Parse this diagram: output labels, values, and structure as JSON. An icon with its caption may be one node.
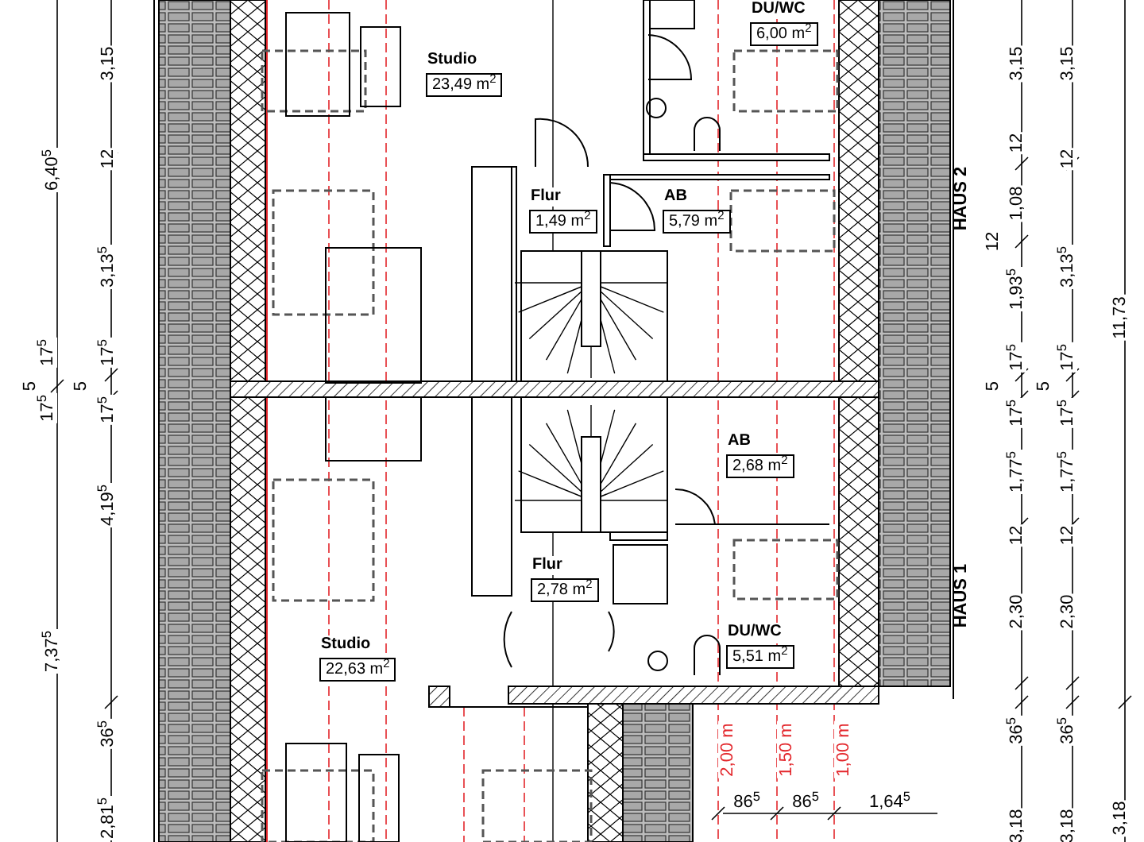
{
  "diagram": {
    "nodes": [
      {
        "text": [
          "DU/WC",
          "6,00 m$^{2}$"
        ]
      },
      {
        "text": [
          "Studio",
          "23,49 m$^{2}$"
        ]
      },
      {
        "text": [
          "Flur",
          "1,49 m$^{2}$"
        ]
      },
      {
        "text": [
          "AB",
          "5,79 m$^{2}$"
        ]
      },
      {
        "text": [
          "AB",
          "2,68 m$^{2}$"
        ]
      },
      {
        "text": [
          "Flur",
          "2,78 m$^{2}$"
        ]
      },
      {
        "text": [
          "DU/WC",
          "5,51 m$^{2}$"
        ]
      },
      {
        "text": [
          "Studio",
          "22,63 m$^{2}$"
        ]
      }
    ],
    "labels": [
      "6,40$^{5}$",
      "17$^{5}$",
      "5",
      "17$^{5}$",
      "7,37$^{5}$",
      "3,15",
      "12",
      "3,13$^{5}$",
      "17$^{5}$",
      "5",
      "17$^{5}$",
      "4,19$^{5}$",
      "36$^{5}$",
      "2,81$^{5}$",
      "HAUS 2",
      "HAUS 1",
      "3,15",
      "12",
      "1,08",
      "12",
      "1,93$^{5}$",
      "17$^{5}$",
      "5",
      "17$^{5}$",
      "1,77$^{5}$",
      "12",
      "2,30",
      "36$^{5}$",
      "3,18",
      "3,15",
      "12",
      "3,13$^{5}$",
      "17$^{5}$",
      "5",
      "17$^{5}$",
      "1,77$^{5}$",
      "12",
      "2,30",
      "36$^{5}$",
      "3,18",
      "11,73",
      "3,18",
      "2,00 m",
      "1,50 m",
      "1,00 m",
      "86$^{5}$",
      "86$^{5}$",
      "1,64$^{5}$"
    ]
  }
}
